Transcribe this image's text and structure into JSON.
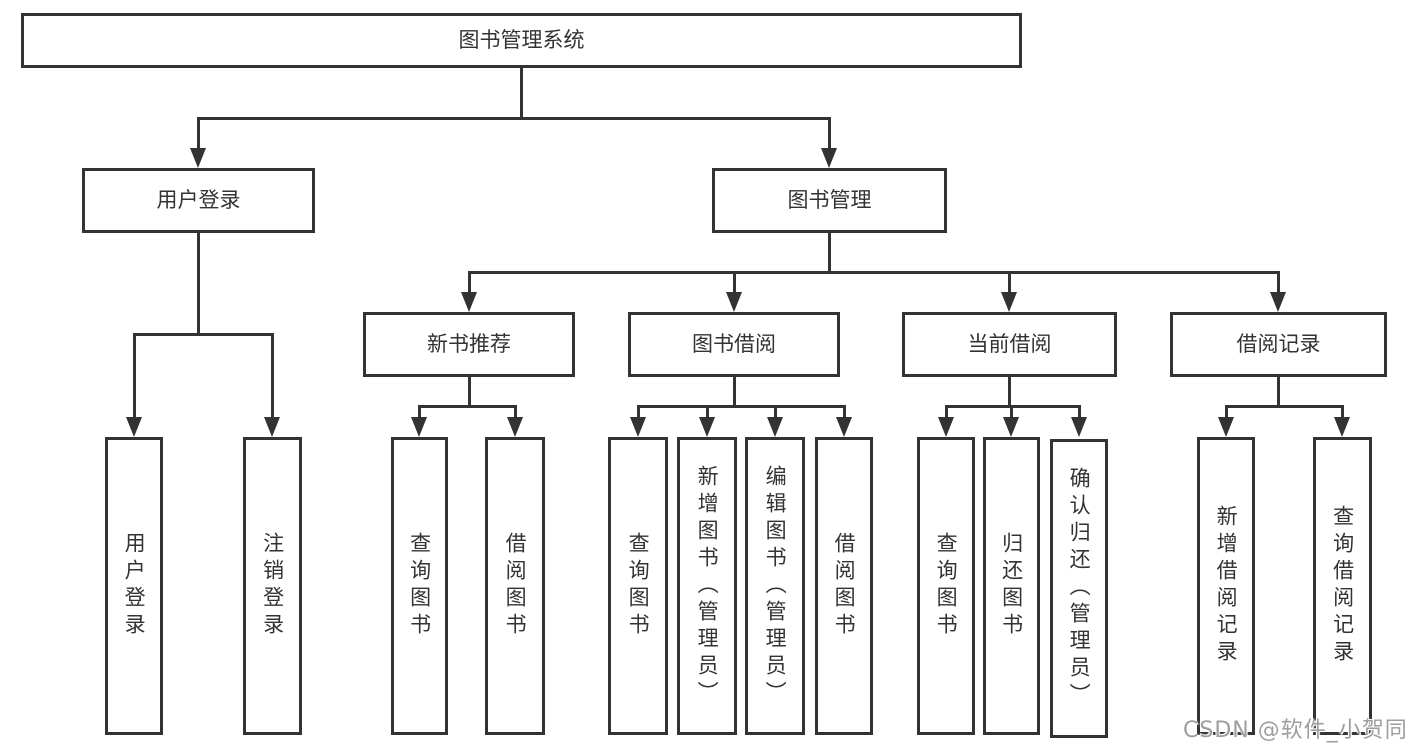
{
  "tree": {
    "root": {
      "label": "图书管理系统"
    },
    "branches": [
      {
        "label": "用户登录",
        "children": [
          {
            "label": "用户登录"
          },
          {
            "label": "注销登录"
          }
        ]
      },
      {
        "label": "图书管理",
        "children": [
          {
            "label": "新书推荐",
            "children": [
              {
                "label": "查询图书"
              },
              {
                "label": "借阅图书"
              }
            ]
          },
          {
            "label": "图书借阅",
            "children": [
              {
                "label": "查询图书"
              },
              {
                "label": "新增图书（管理员）"
              },
              {
                "label": "编辑图书（管理员）"
              },
              {
                "label": "借阅图书"
              }
            ]
          },
          {
            "label": "当前借阅",
            "children": [
              {
                "label": "查询图书"
              },
              {
                "label": "归还图书"
              },
              {
                "label": "确认归还（管理员）"
              }
            ]
          },
          {
            "label": "借阅记录",
            "children": [
              {
                "label": "新增借阅记录"
              },
              {
                "label": "查询借阅记录"
              }
            ]
          }
        ]
      }
    ]
  },
  "watermark": {
    "text": "CSDN @软件_小贺同学"
  },
  "colors": {
    "line": "#333333",
    "text": "#333333",
    "box_bg": "#ffffff",
    "background": "#ffffff",
    "watermark": "#9e9e9e"
  }
}
